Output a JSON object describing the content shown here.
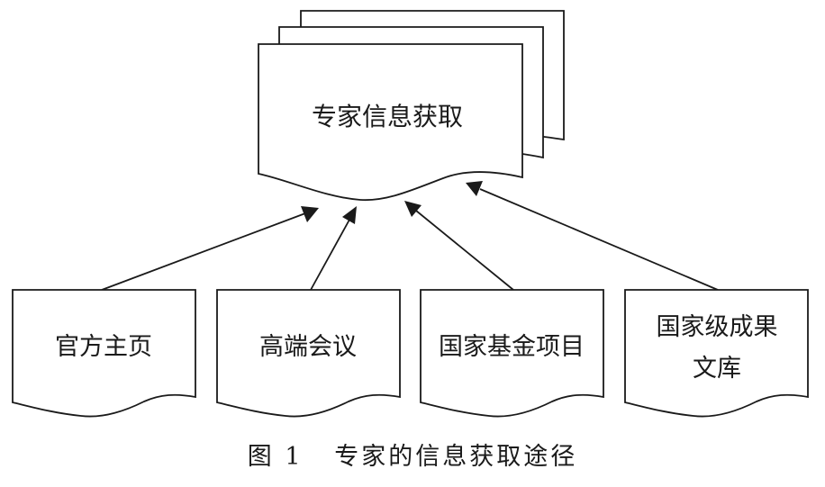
{
  "diagram": {
    "center": {
      "label": "专家信息获取"
    },
    "sources": [
      {
        "lines": [
          "官方主页"
        ]
      },
      {
        "lines": [
          "高端会议"
        ]
      },
      {
        "lines": [
          "国家基金项目"
        ]
      },
      {
        "lines": [
          "国家级成果",
          "文库"
        ]
      }
    ],
    "caption": {
      "number": "图 1",
      "title": "专家的信息获取途径"
    }
  }
}
